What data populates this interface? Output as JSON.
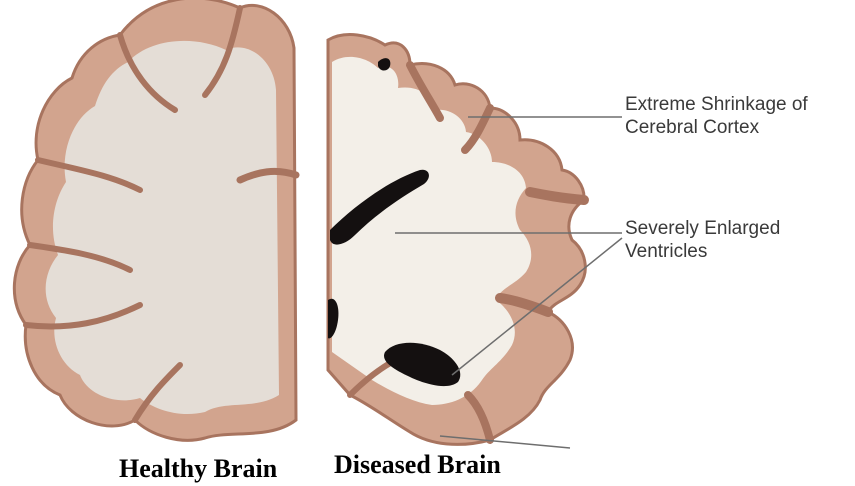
{
  "annotations": {
    "cortex_line1": "Extreme Shrinkage of",
    "cortex_line2": "Cerebral Cortex",
    "ventricles_line1": "Severely Enlarged",
    "ventricles_line2": "Ventricles"
  },
  "captions": {
    "healthy": "Healthy Brain",
    "diseased": "Diseased Brain"
  },
  "colors": {
    "cortex": "#d2a48e",
    "cortex_edge": "#a8745f",
    "white_matter": "#e4ddd6",
    "white_matter_diseased": "#f3efe8",
    "ventricle": "#141010",
    "leader_line": "#6e6e6e"
  }
}
